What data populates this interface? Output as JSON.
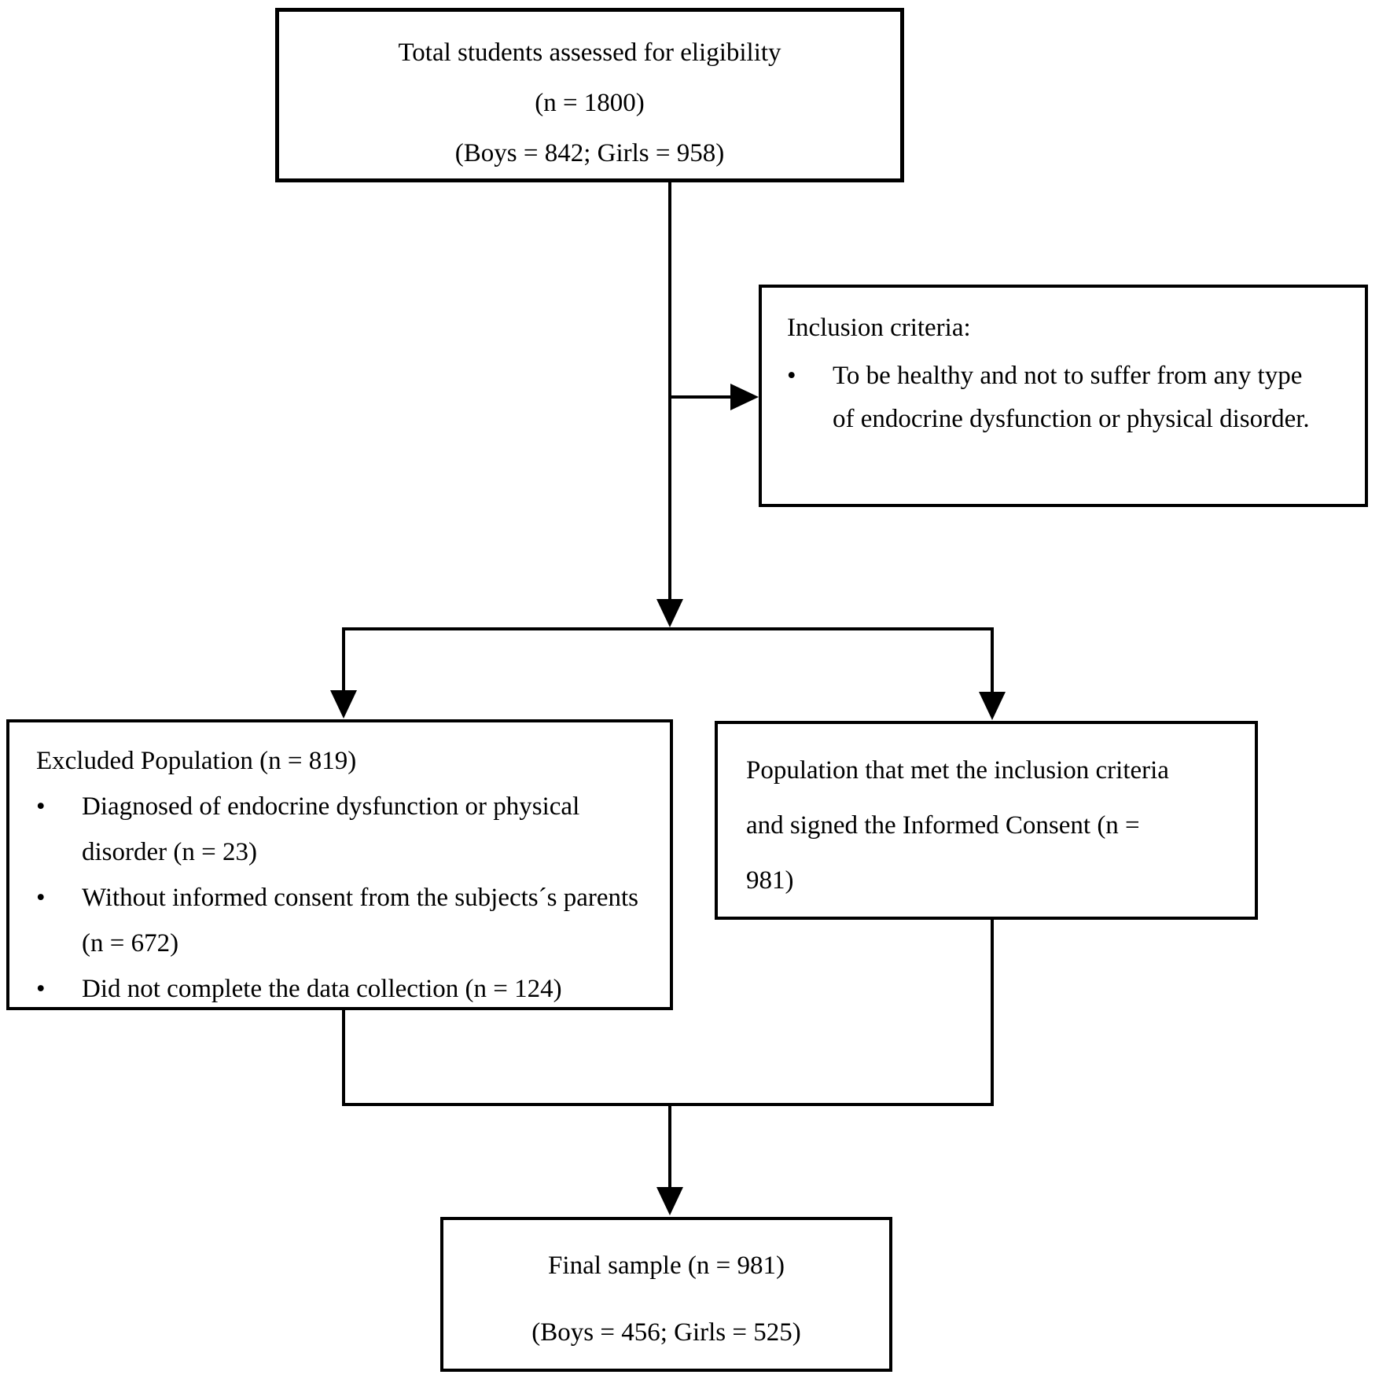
{
  "diagram": {
    "bullet_char": "•",
    "colors": {
      "line": "#000000",
      "background": "#ffffff",
      "text": "#000000"
    },
    "top_box": {
      "line1": "Total students assessed for eligibility",
      "line2": "(n = 1800)",
      "line3": "(Boys = 842; Girls = 958)"
    },
    "inclusion_box": {
      "title": "Inclusion criteria:",
      "bullet": "To be healthy and not to suffer from any type of endocrine dysfunction or physical disorder."
    },
    "excluded_box": {
      "title": "Excluded Population (n = 819)",
      "bullets": [
        "Diagnosed of endocrine dysfunction or physical disorder (n = 23)",
        "Without informed consent from the subjects´s parents (n = 672)",
        "Did not complete the data collection (n = 124)"
      ]
    },
    "included_box": {
      "text": "Population that met the inclusion criteria and signed the Informed Consent (n = 981)"
    },
    "final_box": {
      "line1": "Final sample (n = 981)",
      "line2": "(Boys = 456; Girls = 525)"
    }
  }
}
